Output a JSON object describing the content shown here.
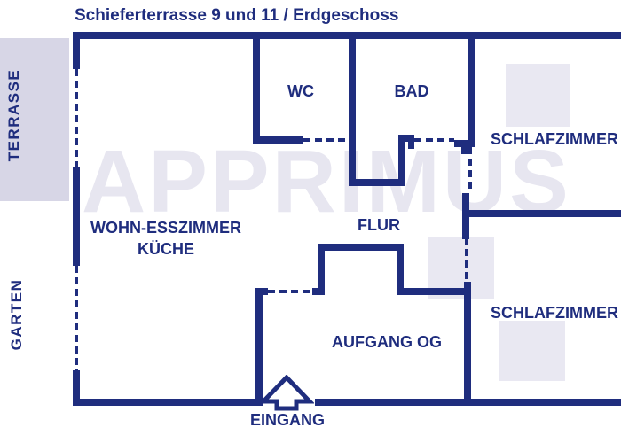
{
  "title": "Schieferterrasse 9 und 11 / Erdgeschoss",
  "watermark": "APPRIMUS",
  "outdoor": {
    "terrace": "TERRASSE",
    "garden": "GARTEN"
  },
  "rooms": {
    "wc": "WC",
    "bath": "BAD",
    "bedroom_top": "SCHLAFZIMMER",
    "living_dining": "WOHN-ESSZIMMER",
    "kitchen": "KÜCHE",
    "hallway": "FLUR",
    "bedroom_bottom": "SCHLAFZIMMER",
    "stairs_upper_floor": "AUFGANG OG",
    "entrance": "EINGANG"
  },
  "colors": {
    "wall": "#1f2d7e",
    "outdoor_fill": "#d7d6e6",
    "furniture_fill": "#e9e8f2",
    "watermark": "#e7e6f0",
    "background": "#ffffff"
  }
}
